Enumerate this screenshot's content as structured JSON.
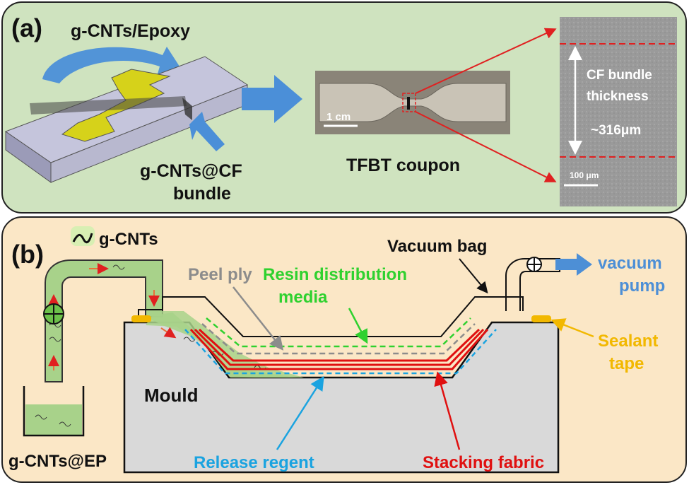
{
  "panel_a": {
    "tag": "(a)",
    "resin_label": "g-CNTs/Epoxy",
    "bundle_label_line1": "g-CNTs@CF",
    "bundle_label_line2": "bundle",
    "coupon_label": "TFBT coupon",
    "coupon_scale": "1 cm",
    "sem_label_line1": "CF bundle",
    "sem_label_line2": "thickness",
    "sem_value": "~316μm",
    "sem_scale": "100 μm"
  },
  "panel_b": {
    "tag": "(b)",
    "legend_label": "g-CNTs",
    "reservoir_label": "g-CNTs@EP",
    "mould_label": "Mould",
    "peel_ply": "Peel ply",
    "resin_media_line1": "Resin distribution",
    "resin_media_line2": "media",
    "vacuum_bag": "Vacuum bag",
    "vacuum_pump_line1": "vacuum",
    "vacuum_pump_line2": "pump",
    "sealant_line1": "Sealant",
    "sealant_line2": "tape",
    "release": "Release regent",
    "stacking": "Stacking fabric"
  },
  "colors": {
    "panel_a_bg": "#cfe3bf",
    "panel_b_bg": "#fbe7c6",
    "mould": "#d9d9d9",
    "resin_green": "#2fd12f",
    "peel_gray": "#8c8c8c",
    "fabric_red": "#e01010",
    "release_blue": "#1aa3e0",
    "pump_blue": "#4d8fd6",
    "sealant_yellow": "#f2b800",
    "arrow_blue": "#4b8fd8",
    "red_line": "#e02020"
  }
}
